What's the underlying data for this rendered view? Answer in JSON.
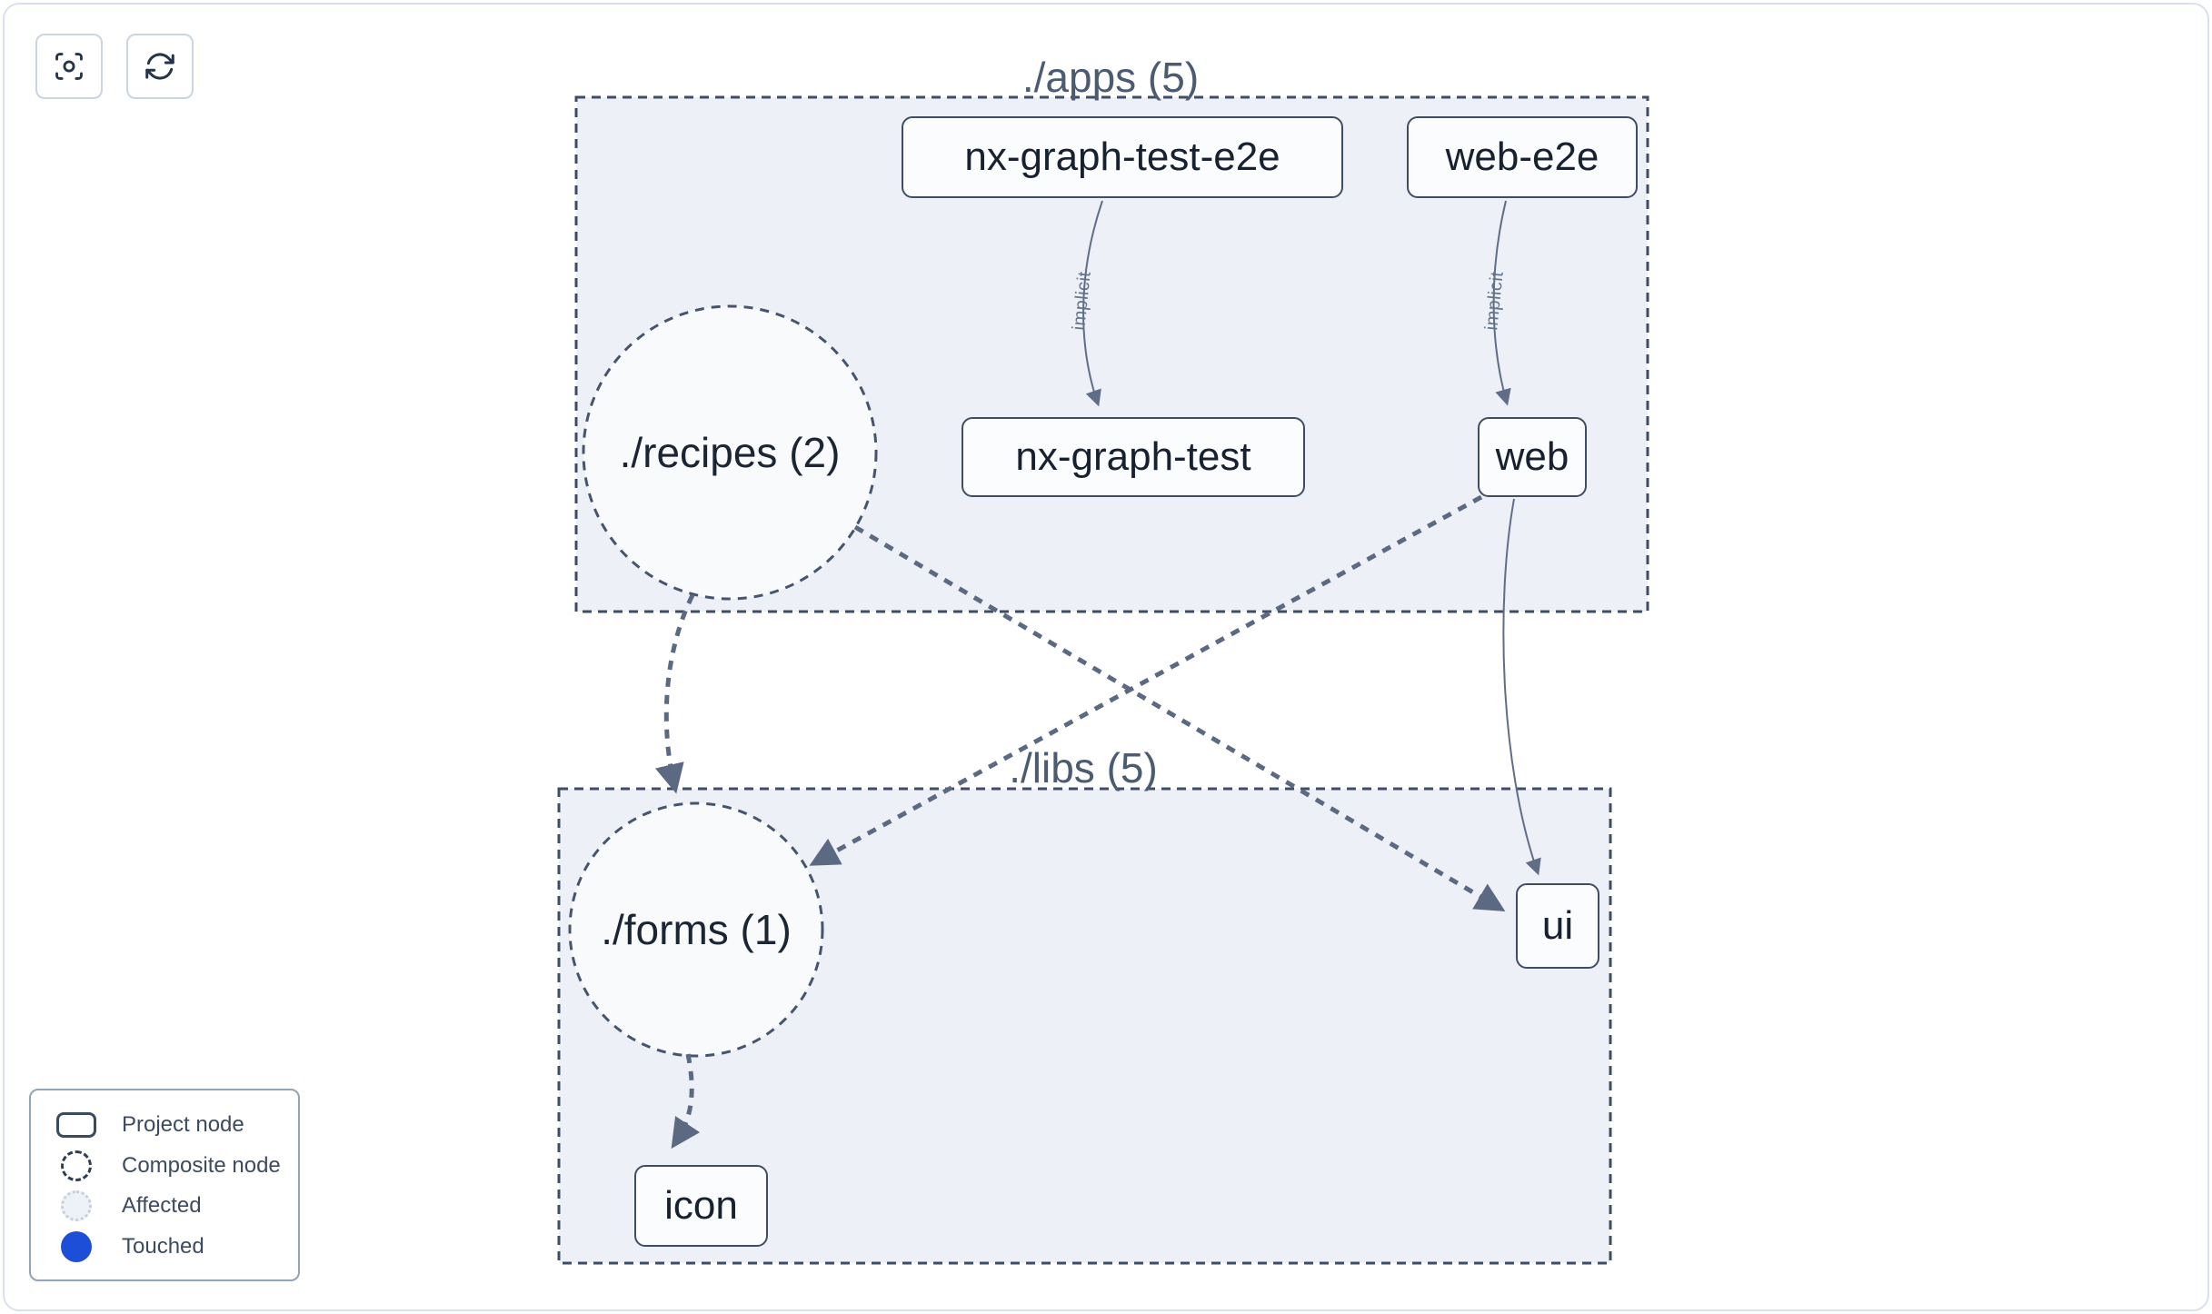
{
  "toolbar": {
    "buttons": [
      {
        "icon": "focus-icon"
      },
      {
        "icon": "refresh-icon"
      }
    ]
  },
  "groups": [
    {
      "id": "apps",
      "label": "./apps (5)"
    },
    {
      "id": "libs",
      "label": "./libs (5)"
    }
  ],
  "nodes": {
    "nx_graph_test_e2e": {
      "label": "nx-graph-test-e2e",
      "type": "project",
      "group": "./apps (5)"
    },
    "web_e2e": {
      "label": "web-e2e",
      "type": "project",
      "group": "./apps (5)"
    },
    "recipes": {
      "label": "./recipes (2)",
      "type": "composite",
      "group": "./apps (5)"
    },
    "nx_graph_test": {
      "label": "nx-graph-test",
      "type": "project",
      "group": "./apps (5)"
    },
    "web": {
      "label": "web",
      "type": "project",
      "group": "./apps (5)"
    },
    "forms": {
      "label": "./forms (1)",
      "type": "composite",
      "group": "./libs (5)"
    },
    "ui": {
      "label": "ui",
      "type": "project",
      "group": "./libs (5)"
    },
    "icon": {
      "label": "icon",
      "type": "project",
      "group": "./libs (5)"
    }
  },
  "edges": [
    {
      "from": "nx-graph-test-e2e",
      "to": "nx-graph-test",
      "label": "implicit",
      "style": "thin-solid"
    },
    {
      "from": "web-e2e",
      "to": "web",
      "label": "implicit",
      "style": "thin-solid"
    },
    {
      "from": "./recipes (2)",
      "to": "./forms (1)",
      "label": "",
      "style": "thick-dashed"
    },
    {
      "from": "./recipes (2)",
      "to": "ui",
      "label": "",
      "style": "thick-dashed"
    },
    {
      "from": "web",
      "to": "./forms (1)",
      "label": "",
      "style": "thick-dashed"
    },
    {
      "from": "web",
      "to": "ui",
      "label": "",
      "style": "thin-solid"
    },
    {
      "from": "./forms (1)",
      "to": "icon",
      "label": "",
      "style": "thick-dashed"
    }
  ],
  "legend": {
    "items": [
      {
        "glyph": "project-node-glyph",
        "label": "Project node"
      },
      {
        "glyph": "composite-node-glyph",
        "label": "Composite node"
      },
      {
        "glyph": "affected-glyph",
        "label": "Affected"
      },
      {
        "glyph": "touched-glyph",
        "label": "Touched"
      }
    ]
  },
  "colors": {
    "group_fill": "#edf1f7",
    "group_stroke": "#3e4d64",
    "node_fill": "#fbfcfe",
    "node_border": "#3e4d64",
    "node_text": "#17212f",
    "group_label_text": "#4b5b72",
    "edge": "#5b6a82",
    "edge_label_text": "#64748b",
    "touched_blue": "#1d4ed8",
    "affected_fill": "#eef2f7",
    "card_border": "#dbe0ee"
  }
}
